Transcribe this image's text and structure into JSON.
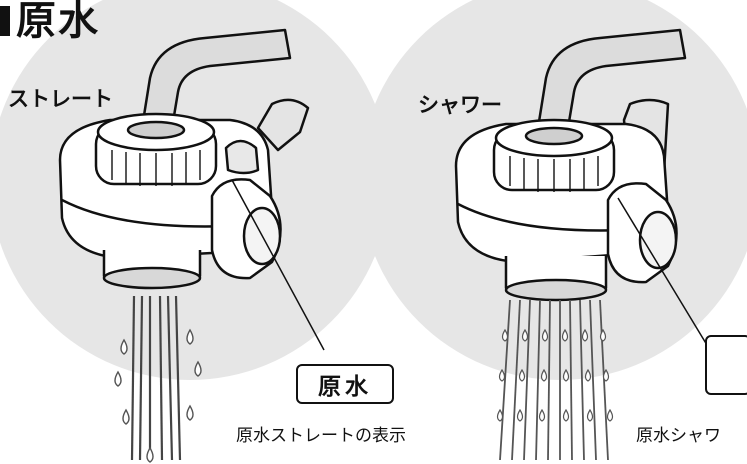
{
  "title": "原水",
  "modes": {
    "straight": {
      "label": "ストレート",
      "display_badge": "原水",
      "caption": "原水ストレートの表示"
    },
    "shower": {
      "label": "シャワー",
      "caption": "原水シャワ"
    }
  },
  "icons": {
    "straight_indicator": "text-badge",
    "shower_indicator": "shower-head-icon"
  },
  "colors": {
    "background_circle": "#e6e6e6",
    "outline": "#111111",
    "faucet_fill": "#ffffff",
    "faucet_shade": "#d9d9d9",
    "water": "#555555"
  }
}
